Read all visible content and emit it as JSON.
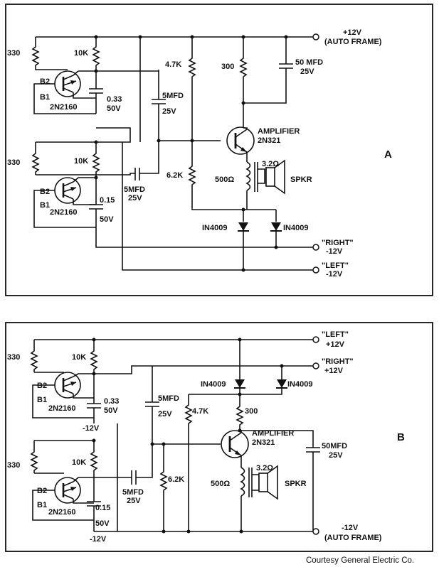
{
  "credit": "Courtesy General Electric Co.",
  "panels": [
    {
      "letter": "A",
      "labels": {
        "r330_top": "330",
        "r10k_top": "10K",
        "b2_top": "B2",
        "b1_top": "B1",
        "ujt_top": "2N2160",
        "c033": "0.33",
        "c033v": "50V",
        "c5mfd_v": "5MFD",
        "c5mfd_v_volt": "25V",
        "r47k": "4.7K",
        "r300": "300",
        "c50": "50 MFD",
        "c50v": "25V",
        "amp": "AMPLIFIER",
        "amp_part": "2N321",
        "r330_bot": "330",
        "r10k_bot": "10K",
        "b2_bot": "B2",
        "b1_bot": "B1",
        "ujt_bot": "2N2160",
        "c015": "0.15",
        "c015v": "50V",
        "c5mfd_h": "5MFD",
        "c5mfd_h_volt": "25V",
        "r62k": "6.2K",
        "xfmr_pri": "500Ω",
        "xfmr_sec": "3.2Ω",
        "spkr": "SPKR",
        "d1": "IN4009",
        "d2": "IN4009",
        "t1": "+12V",
        "t1b": "(AUTO FRAME)",
        "t2": "\"RIGHT\"",
        "t2b": "-12V",
        "t3": "\"LEFT\"",
        "t3b": "-12V"
      }
    },
    {
      "letter": "B",
      "labels": {
        "r330_top": "330",
        "r10k_top": "10K",
        "b2_top": "B2",
        "b1_top": "B1",
        "ujt_top": "2N2160",
        "c033": "0.33",
        "c033v": "50V",
        "neg_top": "-12V",
        "c5mfd_v": "5MFD",
        "c5mfd_v_volt": "25V",
        "r47k": "4.7K",
        "r300": "300",
        "d1": "IN4009",
        "d2": "IN4009",
        "amp": "AMPLIFIER",
        "amp_part": "2N321",
        "c50": "50MFD",
        "c50v": "25V",
        "r330_bot": "330",
        "r10k_bot": "10K",
        "b2_bot": "B2",
        "b1_bot": "B1",
        "ujt_bot": "2N2160",
        "c015": "0.15",
        "c015v": "50V",
        "neg_bot": "-12V",
        "c5mfd_h": "5MFD",
        "c5mfd_h_volt": "25V",
        "r62k": "6.2K",
        "xfmr_pri": "500Ω",
        "xfmr_sec": "3.2Ω",
        "spkr": "SPKR",
        "t1": "\"LEFT\"",
        "t1b": "+12V",
        "t2": "\"RIGHT\"",
        "t2b": "+12V",
        "t3": "-12V",
        "t3b": "(AUTO FRAME)"
      }
    }
  ]
}
